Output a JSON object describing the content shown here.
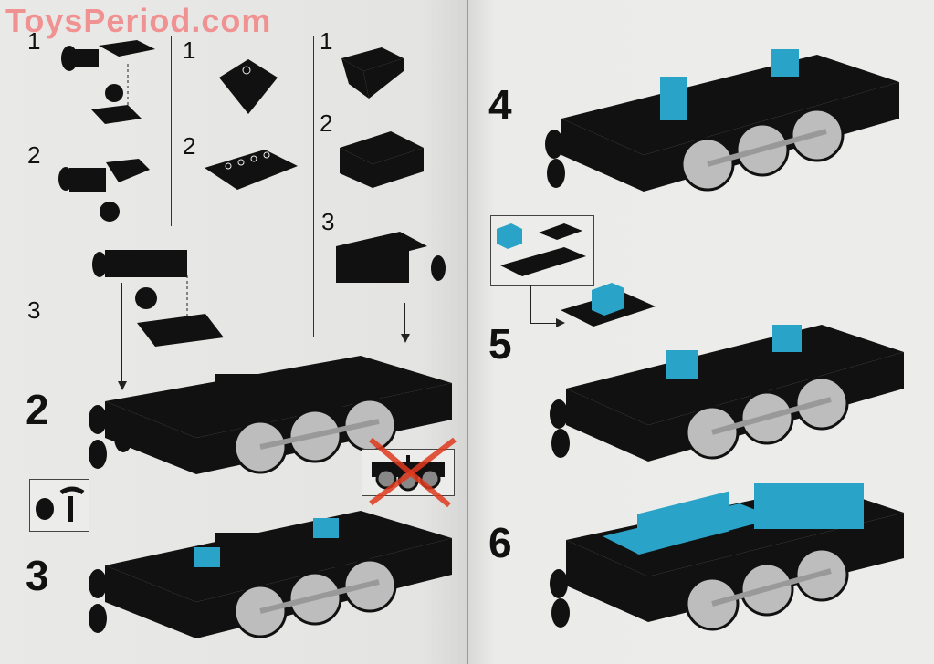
{
  "watermark": "ToysPeriod.com",
  "colors": {
    "paper": "#e8e8e6",
    "brick_black": "#111111",
    "brick_cyan": "#2aa3c8",
    "watermark": "#f28e8e",
    "cross_red": "#e03a1e",
    "wheel_gray": "#bdbdbd"
  },
  "left_page": {
    "substeps": {
      "col1": [
        "1",
        "2",
        "3"
      ],
      "col2": [
        "1",
        "2"
      ],
      "col3": [
        "1",
        "2",
        "3"
      ]
    },
    "steps": [
      "2",
      "3"
    ],
    "callout": "wheel-and-coupler-parts",
    "invalid_example": "wheel-assembly-crossed-out"
  },
  "right_page": {
    "steps": [
      "4",
      "5",
      "6"
    ],
    "callout": "parts-1x2-brick-and-plates"
  }
}
